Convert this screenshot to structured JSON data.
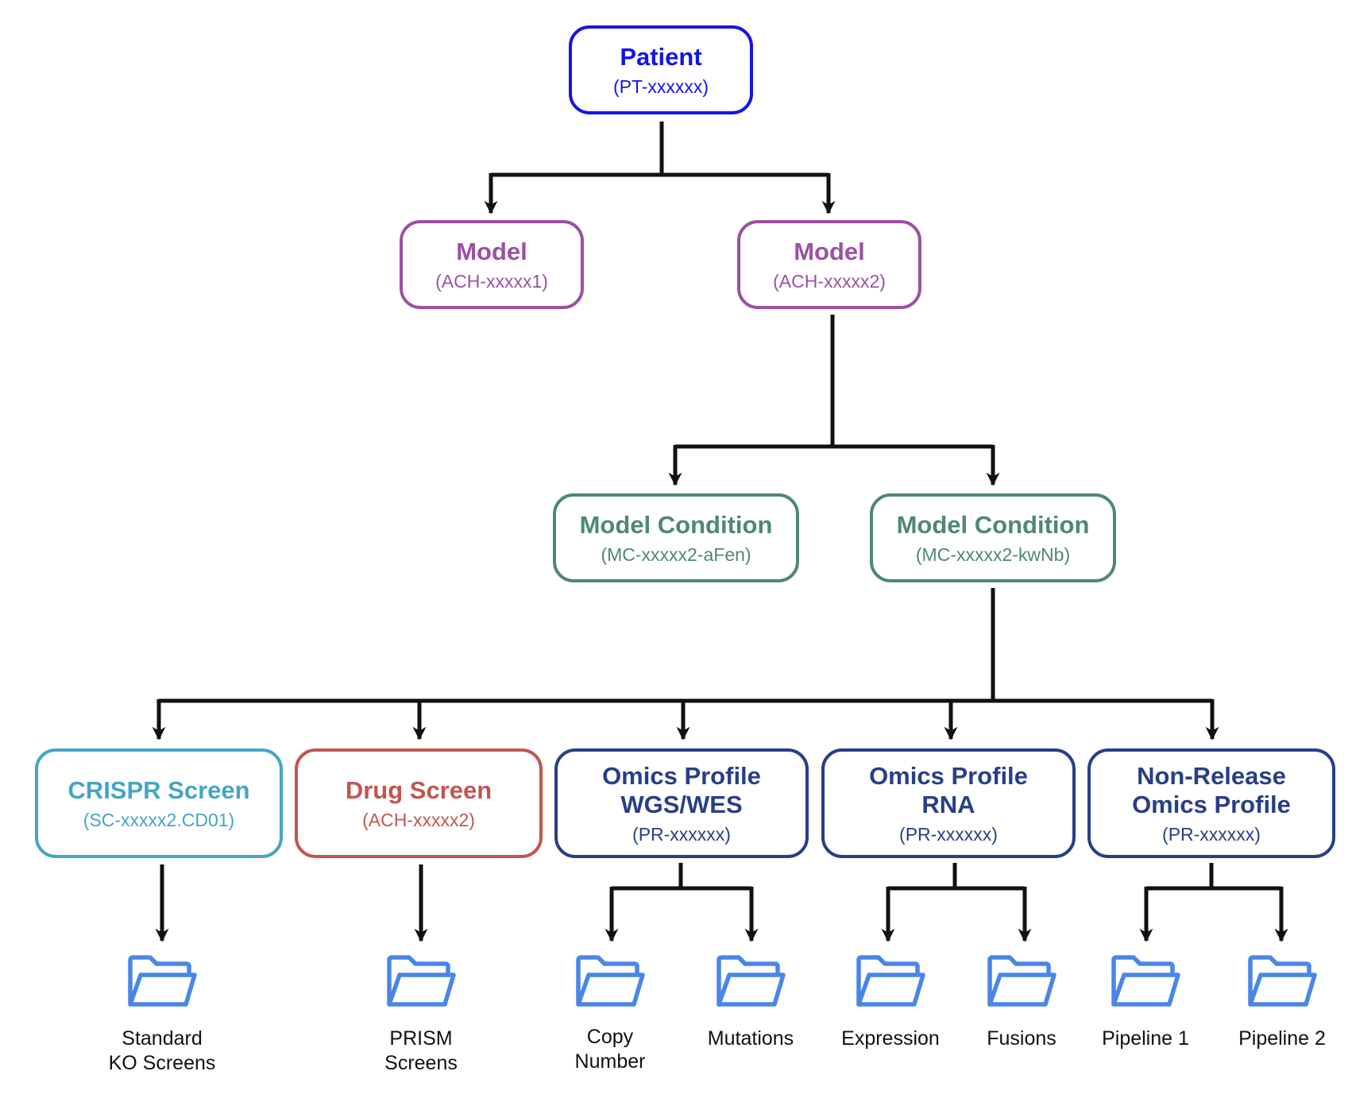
{
  "colors": {
    "patient": "#1414e6",
    "model": "#9b51a3",
    "model_condition": "#4e8777",
    "crispr": "#45a5c5",
    "drug": "#c25550",
    "omics": "#283f86",
    "folder": "#4a86e8",
    "connector": "#111111"
  },
  "patient": {
    "title": "Patient",
    "id": "(PT-xxxxxx)"
  },
  "models": [
    {
      "title": "Model",
      "id": "(ACH-xxxxx1)"
    },
    {
      "title": "Model",
      "id": "(ACH-xxxxx2)"
    }
  ],
  "model_conditions": [
    {
      "title": "Model Condition",
      "id": "(MC-xxxxx2-aFen)"
    },
    {
      "title": "Model Condition",
      "id": "(MC-xxxxx2-kwNb)"
    }
  ],
  "screens": [
    {
      "title": "CRISPR Screen",
      "id": "(SC-xxxxx2.CD01)",
      "color_key": "crispr"
    },
    {
      "title": "Drug Screen",
      "id": "(ACH-xxxxx2)",
      "color_key": "drug"
    },
    {
      "title": "Omics Profile\nWGS/WES",
      "id": "(PR-xxxxxx)",
      "color_key": "omics"
    },
    {
      "title": "Omics Profile\nRNA",
      "id": "(PR-xxxxxx)",
      "color_key": "omics"
    },
    {
      "title": "Non-Release\nOmics Profile",
      "id": "(PR-xxxxxx)",
      "color_key": "omics"
    }
  ],
  "datasets": [
    {
      "label": "Standard\nKO Screens",
      "icon": "folder-icon"
    },
    {
      "label": "PRISM\nScreens",
      "icon": "folder-icon"
    },
    {
      "label": "Copy\nNumber",
      "icon": "folder-icon"
    },
    {
      "label": "Mutations",
      "icon": "folder-icon"
    },
    {
      "label": "Expression",
      "icon": "folder-icon"
    },
    {
      "label": "Fusions",
      "icon": "folder-icon"
    },
    {
      "label": "Pipeline 1",
      "icon": "folder-icon"
    },
    {
      "label": "Pipeline 2",
      "icon": "folder-icon"
    }
  ]
}
